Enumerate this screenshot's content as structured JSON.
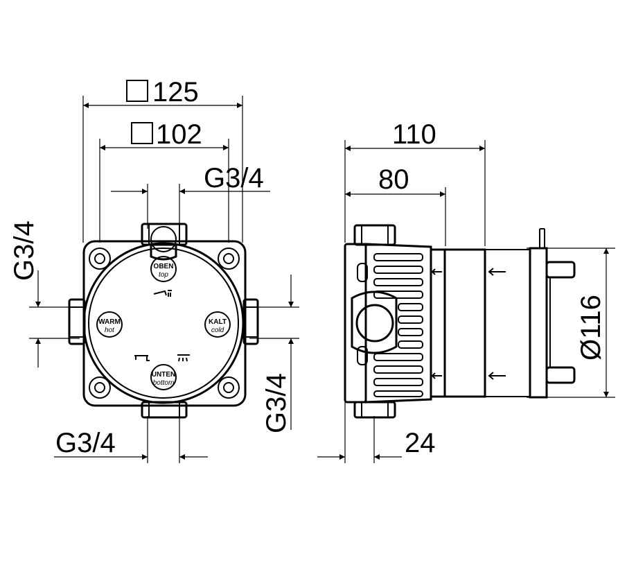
{
  "front_view": {
    "dim_outer_square": "125",
    "dim_inner_square": "102",
    "dim_top_thread": "G3/4",
    "dim_left_thread": "G3/4",
    "dim_right_thread": "G3/4",
    "dim_bottom_thread": "G3/4",
    "ports": {
      "top": {
        "label": "OBEN",
        "sub": "top"
      },
      "left": {
        "label": "WARM",
        "sub": "hot"
      },
      "right": {
        "label": "KALT",
        "sub": "cold"
      },
      "bottom": {
        "label": "UNTEN",
        "sub": "bottom"
      }
    }
  },
  "side_view": {
    "dim_total_depth": "110",
    "dim_body_depth": "80",
    "dim_front_offset": "24",
    "dim_diameter": "Ø116"
  }
}
